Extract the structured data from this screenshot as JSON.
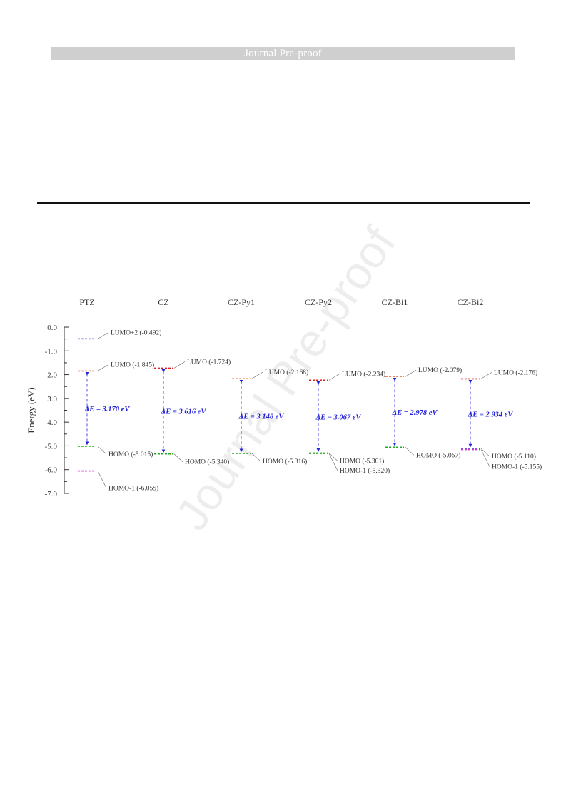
{
  "header": {
    "banner": "Journal Pre-proof"
  },
  "watermark": "Journal Pre-proof",
  "chart_data": {
    "type": "energy-level diagram",
    "ylabel": "Energy (eV)",
    "ylim": [
      -7.0,
      0.0
    ],
    "yticks": [
      0.0,
      -1.0,
      2.0,
      3.0,
      -4.0,
      -5.0,
      -6.0,
      -7.0
    ],
    "ytick_labels": [
      "0.0",
      "-1.0",
      "2.0",
      "3.0",
      "-4.0",
      "-5.0",
      "-6.0",
      "-7.0"
    ],
    "molecules": [
      {
        "name": "PTZ",
        "gap_label": "ΔE = 3.170 eV",
        "levels": [
          {
            "label": "LUMO+2 (-0.492)",
            "energy": -0.492,
            "color": "#5555dd"
          },
          {
            "label": "LUMO (-1.845)",
            "energy": -1.845,
            "color": "#f08060"
          },
          {
            "label": "HOMO (-5.015)",
            "energy": -5.015,
            "color": "#22aa22"
          },
          {
            "label": "HOMO-1 (-6.055)",
            "energy": -6.055,
            "color": "#cc33cc"
          }
        ]
      },
      {
        "name": "CZ",
        "gap_label": "ΔE = 3.616 eV",
        "levels": [
          {
            "label": "LUMO (-1.724)",
            "energy": -1.724,
            "color": "#e02020"
          },
          {
            "label": "HOMO (-5.340)",
            "energy": -5.34,
            "color": "#22aa22"
          }
        ]
      },
      {
        "name": "CZ-Py1",
        "gap_label": "ΔE = 3.148 eV",
        "levels": [
          {
            "label": "LUMO (-2.168)",
            "energy": -2.168,
            "color": "#f08060"
          },
          {
            "label": "HOMO (-5.316)",
            "energy": -5.316,
            "color": "#22aa22"
          }
        ]
      },
      {
        "name": "CZ-Py2",
        "gap_label": "ΔE = 3.067 eV",
        "levels": [
          {
            "label": "LUMO (-2.234)",
            "energy": -2.234,
            "color": "#e02020"
          },
          {
            "label": "HOMO (-5.301)",
            "energy": -5.301,
            "color": "#22aa22"
          },
          {
            "label": "HOMO-1 (-5.320)",
            "energy": -5.32,
            "color": "#22aa22"
          }
        ]
      },
      {
        "name": "CZ-Bi1",
        "gap_label": "ΔE = 2.978 eV",
        "levels": [
          {
            "label": "LUMO (-2.079)",
            "energy": -2.079,
            "color": "#f08060"
          },
          {
            "label": "HOMO (-5.057)",
            "energy": -5.057,
            "color": "#22aa22"
          }
        ]
      },
      {
        "name": "CZ-Bi2",
        "gap_label": "ΔE = 2.934 eV",
        "levels": [
          {
            "label": "LUMO (-2.176)",
            "energy": -2.176,
            "color": "#e02020"
          },
          {
            "label": "HOMO (-5.110)",
            "energy": -5.11,
            "color": "#5555dd"
          },
          {
            "label": "HOMO-1 (-5.155)",
            "energy": -5.155,
            "color": "#cc33cc"
          }
        ]
      }
    ],
    "gap_color": "#2222dd"
  }
}
